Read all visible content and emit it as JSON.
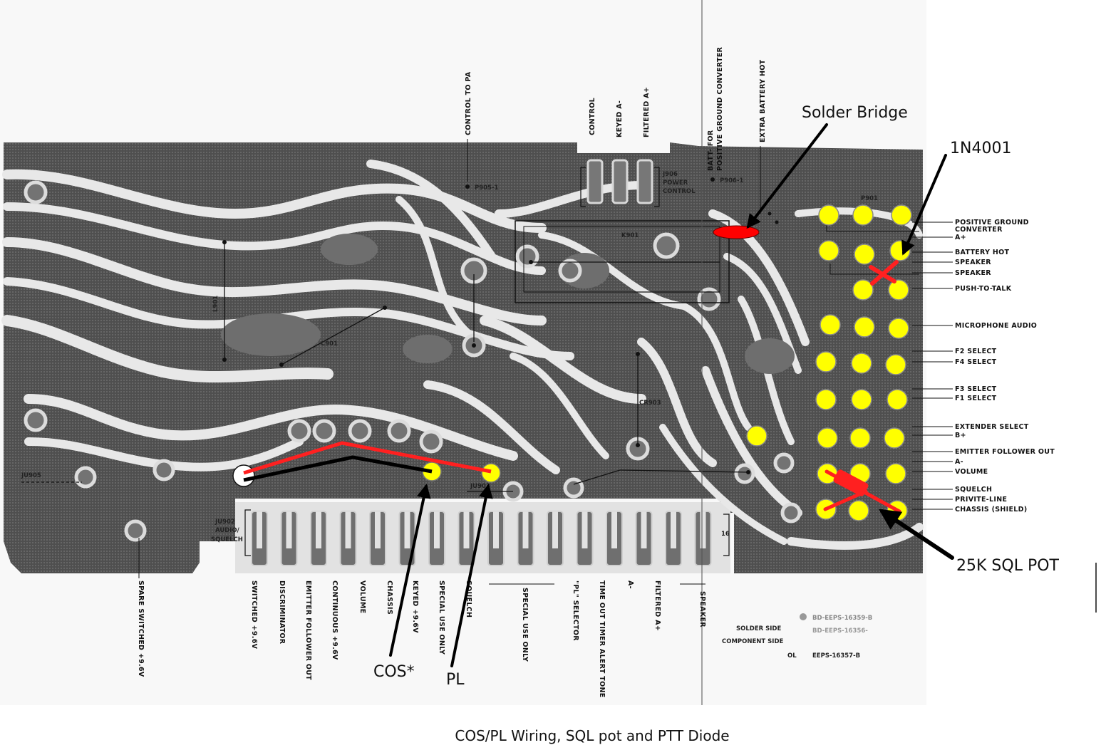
{
  "top_labels": [
    {
      "id": "control-to-pa",
      "text": "CONTROL TO PA"
    },
    {
      "id": "control",
      "text": "CONTROL"
    },
    {
      "id": "keyed-a-minus",
      "text": "KEYED A-"
    },
    {
      "id": "filtered-a-plus-top",
      "text": "FILTERED A+"
    },
    {
      "id": "batt-minus",
      "text": "BATT- FOR"
    },
    {
      "id": "positive-ground-converter-top",
      "text": "POSITIVE GROUND CONVERTER"
    },
    {
      "id": "extra-battery-hot",
      "text": "EXTRA BATTERY HOT"
    }
  ],
  "board_labels": {
    "p905_1": "P905-1",
    "j906": "J906",
    "power_control": "POWER",
    "power_control2": "CONTROL",
    "p906_1": "P906-1",
    "k901": "K901",
    "l901": "L901",
    "c901": "C901",
    "cr903": "CR903",
    "ju905": "JU905",
    "ju903": "JU903",
    "ju902_l1": "JU902",
    "ju902_l2": "AUDIO/",
    "ju902_l3": "SQUELCH",
    "p901": "P901",
    "pin16": "16"
  },
  "right_labels": [
    "POSITIVE GROUND",
    "CONVERTER",
    "A+",
    "BATTERY HOT",
    "SPEAKER",
    "SPEAKER",
    "PUSH-TO-TALK",
    "MICROPHONE AUDIO",
    "F2 SELECT",
    "F4 SELECT",
    "F3 SELECT",
    "F1 SELECT",
    "EXTENDER SELECT",
    "B+",
    "EMITTER FOLLOWER OUT",
    "A-",
    "VOLUME",
    "SQUELCH",
    "PRIVITE-LINE",
    "CHASSIS (SHIELD)"
  ],
  "bottom_labels": [
    "SPARE SWITCHED +9.6V",
    "SWITCHED +9.6V",
    "DISCRIMINATOR",
    "EMITTER FOLLOWER OUT",
    "CONTINUOUS +9.6V",
    "VOLUME",
    "CHASSIS",
    "KEYED +9.6V",
    "SPECIAL USE ONLY",
    "SQUELCH",
    "SPECIAL USE ONLY",
    "\"PL\" SELECTOR",
    "TIME OUT TIMER ALERT TONE",
    "A-",
    "FILTERED A+",
    "SPEAKER"
  ],
  "legend": {
    "solder_side": "SOLDER SIDE",
    "component_side": "COMPONENT SIDE",
    "ol": "OL",
    "code1": "BD-EEPS-16359-B",
    "code2": "BD-EEPS-16356-",
    "code3": "EEPS-16357-B"
  },
  "annotations": {
    "solder_bridge": "Solder Bridge",
    "diode": "1N4001",
    "sql_pot": "25K SQL POT",
    "cos": "COS*",
    "pl": "PL"
  },
  "caption": "COS/PL Wiring, SQL pot and PTT Diode",
  "colors": {
    "board": "#5a5a5a",
    "trace_light": "#e6e6e6",
    "pad_yellow": "#ffff00",
    "wire_red": "#ff2020",
    "wire_black": "#000000",
    "bridge_red": "#ff0000"
  }
}
